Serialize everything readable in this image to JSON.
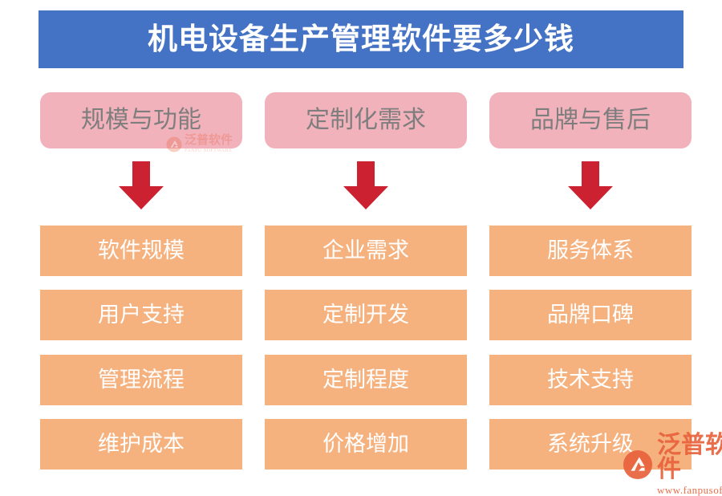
{
  "header": {
    "title": "机电设备生产管理软件要多少钱",
    "background_color": "#4472C4",
    "text_color": "#FFFFFF"
  },
  "palette": {
    "header_blue": "#4472C4",
    "category_pink": "#F2B2BC",
    "category_text": "#7E7E7E",
    "item_orange": "#F5B27F",
    "item_text": "#FFFFFF",
    "arrow_red": "#CC2131",
    "watermark_orange": "#E8623C",
    "page_background": "#FFFFFF"
  },
  "columns": [
    {
      "category": "规模与功能",
      "arrow_icon": "arrow-down-icon",
      "items": [
        "软件规模",
        "用户支持",
        "管理流程",
        "维护成本"
      ]
    },
    {
      "category": "定制化需求",
      "arrow_icon": "arrow-down-icon",
      "items": [
        "企业需求",
        "定制开发",
        "定制程度",
        "价格增加"
      ]
    },
    {
      "category": "品牌与售后",
      "arrow_icon": "arrow-down-icon",
      "items": [
        "服务体系",
        "品牌口碑",
        "技术支持",
        "系统升级"
      ]
    }
  ],
  "watermarks": [
    {
      "name": "泛普软件",
      "url": "FANPU SOFTWARE"
    },
    {
      "name": "泛普软件",
      "url": "www.fanpusoft.com"
    }
  ]
}
